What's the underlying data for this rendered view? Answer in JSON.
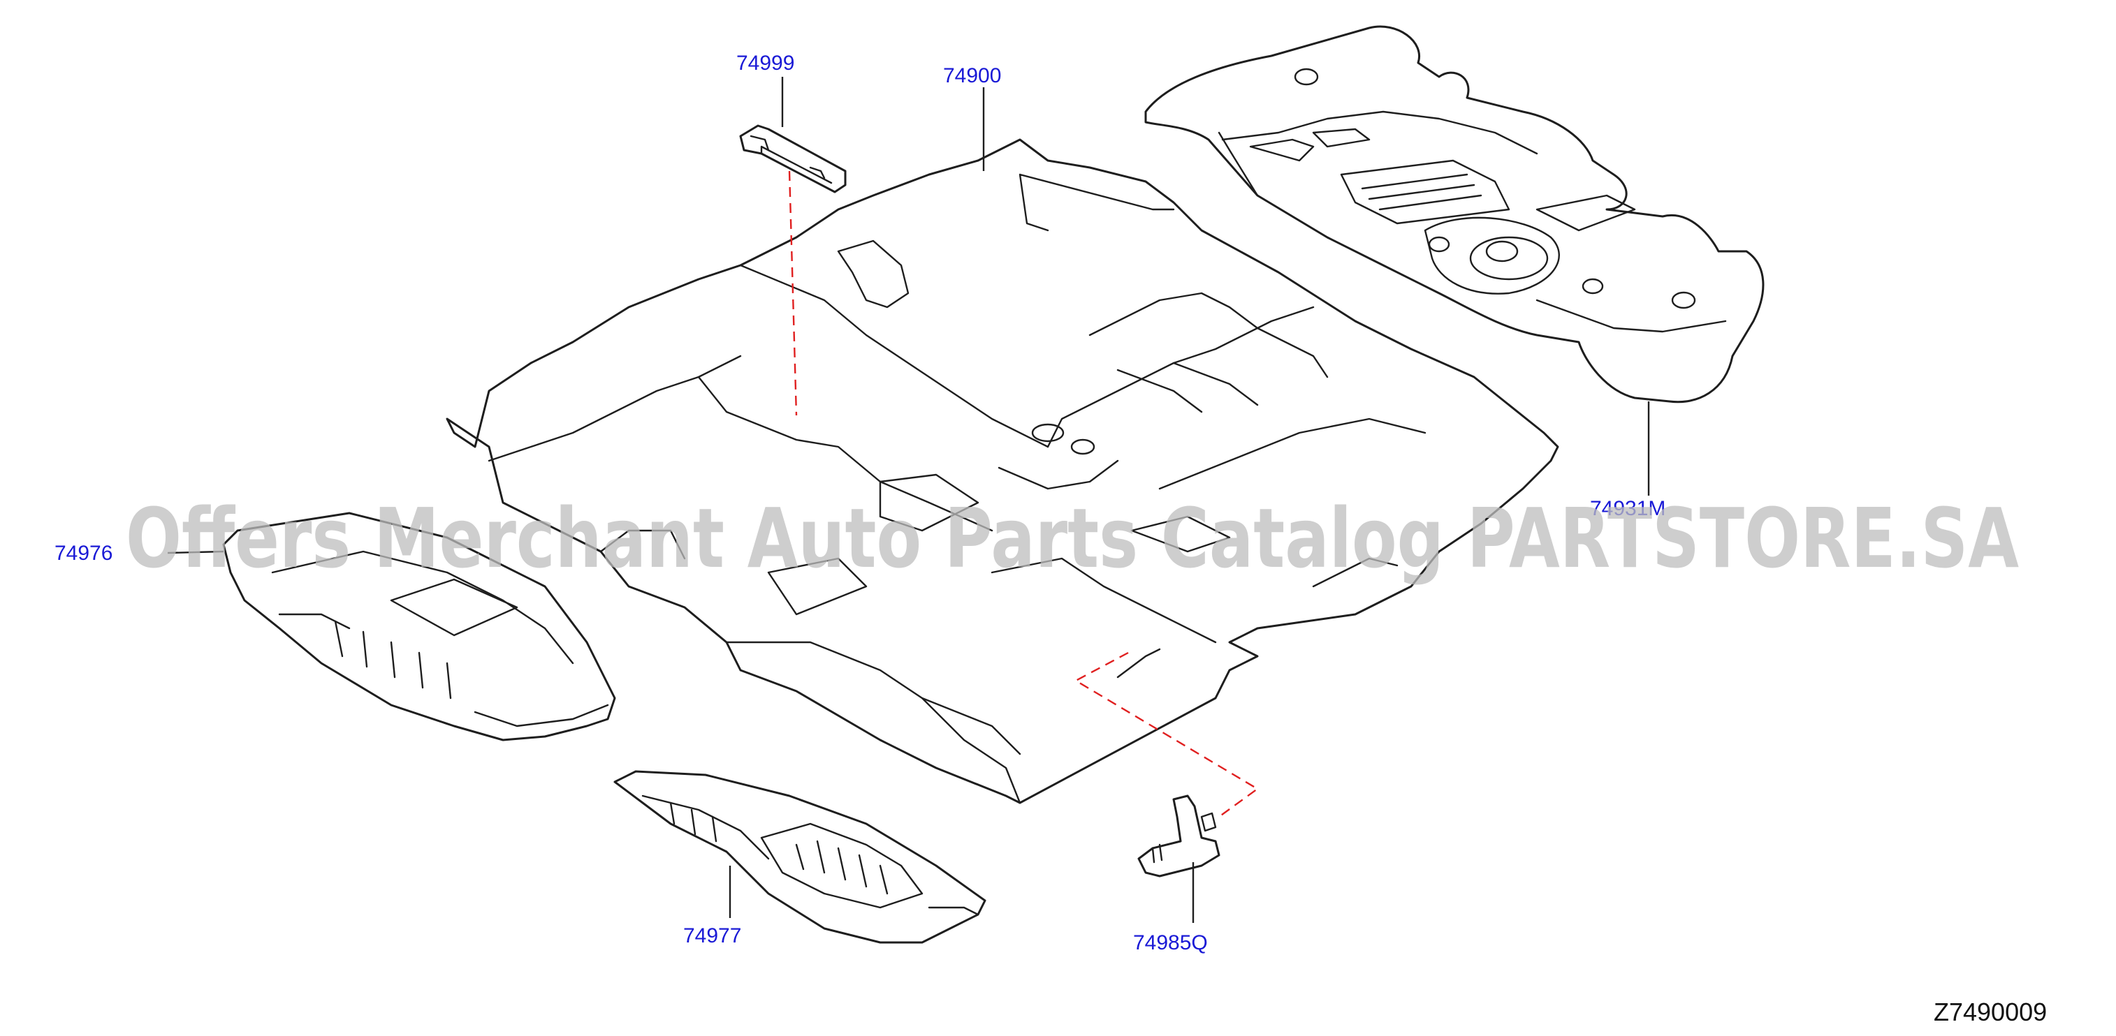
{
  "diagram": {
    "parts": [
      {
        "id": "part-74999",
        "number": "74999"
      },
      {
        "id": "part-74900",
        "number": "74900"
      },
      {
        "id": "part-74931m",
        "number": "74931M"
      },
      {
        "id": "part-74976",
        "number": "74976"
      },
      {
        "id": "part-74977",
        "number": "74977"
      },
      {
        "id": "part-74985q",
        "number": "74985Q"
      }
    ],
    "diagram_id": "Z7490009",
    "watermark": "Offers Merchant Auto Parts Catalog PARTSTORE.SA"
  },
  "colors": {
    "label": "#1a1ad6",
    "line": "#1e1e1e",
    "guide": "#e02020",
    "watermark": "#bdbdbd"
  }
}
